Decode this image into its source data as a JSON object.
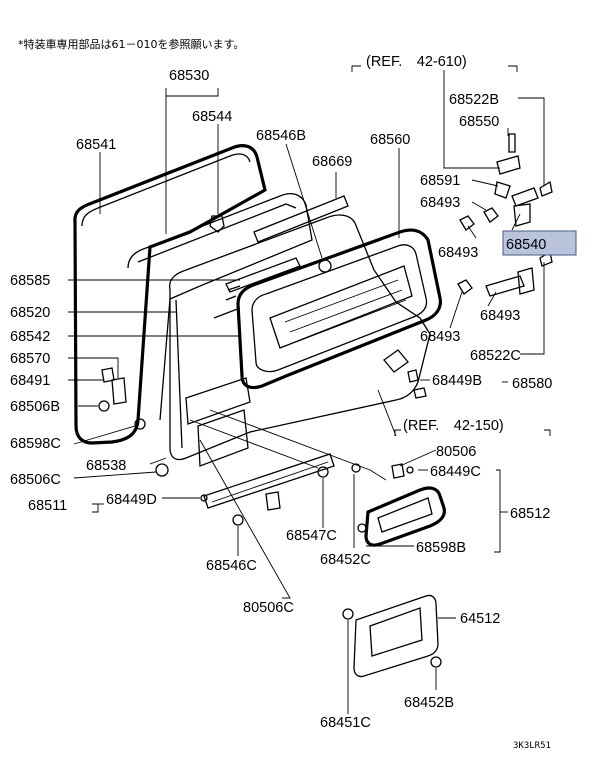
{
  "note": "*特装車専用部品は61－010を参照願います。",
  "ref_top": "(REF.　42-610)",
  "ref_mid": "(REF.　42-150)",
  "code": "3K3LR51",
  "highlight_color": "#b9c4dc",
  "labels": {
    "p68530": "68530",
    "p68544": "68544",
    "p68541": "68541",
    "p68546B": "68546B",
    "p68669": "68669",
    "p68560": "68560",
    "p68522B": "68522B",
    "p68550": "68550",
    "p68591": "68591",
    "p68493a": "68493",
    "p68493b": "68493",
    "p68540": "68540",
    "p68493c": "68493",
    "p68493d": "68493",
    "p68522C": "68522C",
    "p68585": "68585",
    "p68520": "68520",
    "p68542": "68542",
    "p68570": "68570",
    "p68491": "68491",
    "p68506B": "68506B",
    "p68449B": "68449B",
    "p68580": "68580",
    "p68598C": "68598C",
    "p80506a": "80506",
    "p68449C": "68449C",
    "p68538": "68538",
    "p68506C": "68506C",
    "p68511": "68511",
    "p68449D": "68449D",
    "p68512": "68512",
    "p68547C": "68547C",
    "p68598B": "68598B",
    "p68452C": "68452C",
    "p68546C": "68546C",
    "p80506C": "80506C",
    "p64512": "64512",
    "p68452B": "68452B",
    "p68451C": "68451C"
  }
}
